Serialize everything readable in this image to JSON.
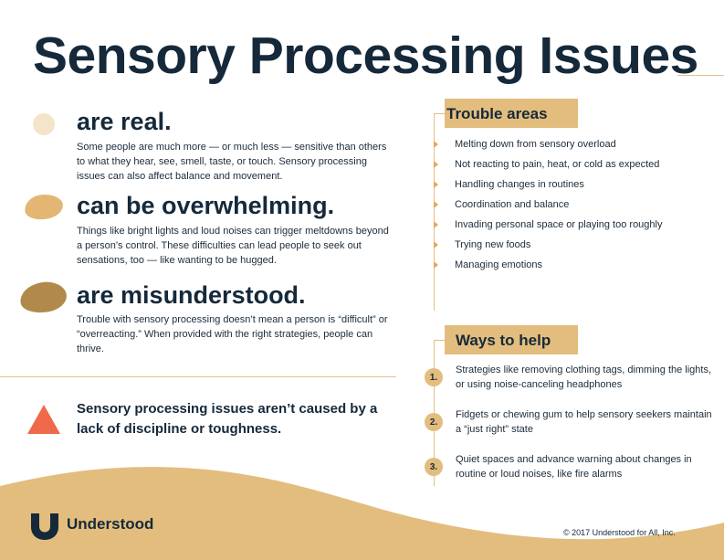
{
  "title": "Sensory Processing Issues",
  "sections": [
    {
      "heading": "are real.",
      "text": "Some people are much more — or much less — sensitive than others to what they hear, see, smell, taste, or touch. Sensory processing issues can also affect balance and movement."
    },
    {
      "heading": "can be overwhelming.",
      "text": "Things like bright lights and loud noises can trigger meltdowns beyond a person’s control. These difficulties can lead people to seek out sensations, too — like wanting to be hugged."
    },
    {
      "heading": "are misunderstood.",
      "text": "Trouble with sensory processing doesn’t mean a person is “difficult” or “overreacting.” When provided with the right strategies, people can thrive."
    }
  ],
  "callout": "Sensory processing issues aren’t caused by a lack of discipline or toughness.",
  "trouble_areas": {
    "heading": "Trouble areas",
    "items": [
      "Melting down from sensory overload",
      "Not reacting to pain, heat, or cold as expected",
      "Handling changes in routines",
      "Coordination and balance",
      "Invading personal space or playing too roughly",
      "Trying new foods",
      "Managing emotions"
    ]
  },
  "ways_to_help": {
    "heading": "Ways to help",
    "items": [
      {
        "number": "1.",
        "text": "Strategies like removing clothing tags, dimming the lights, or using noise-canceling headphones"
      },
      {
        "number": "2.",
        "text": "Fidgets or chewing gum to help sensory seekers maintain a “just right” state"
      },
      {
        "number": "3.",
        "text": "Quiet spaces and advance warning about changes in routine or loud noises, like fire alarms"
      }
    ]
  },
  "footer": {
    "brand": "Understood",
    "copyright": "© 2017 Understood for All, Inc."
  },
  "colors": {
    "navy": "#15293a",
    "gold": "#e3bd7e",
    "light_gold": "#f5e5c8",
    "brown": "#b18a4b",
    "coral": "#ee6a4a"
  }
}
